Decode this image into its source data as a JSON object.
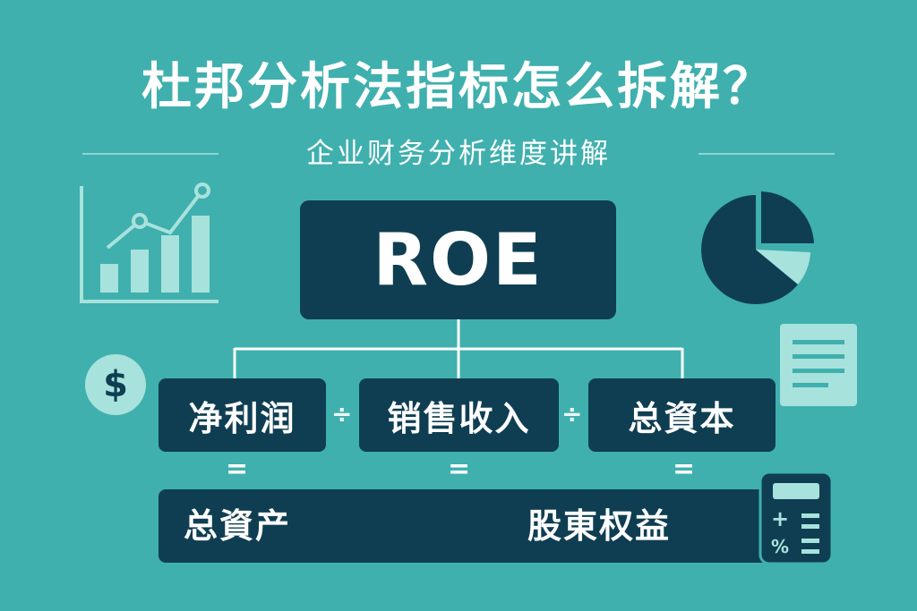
{
  "title": "杜邦分析法指标怎么拆解？",
  "subtitle": "企业财务分析维度讲解",
  "root": {
    "label": "ROE"
  },
  "terms": [
    {
      "label": "净利润"
    },
    {
      "label": "销售收入"
    },
    {
      "label": "总資本"
    }
  ],
  "operators": {
    "divide": "÷",
    "equals": "="
  },
  "bottom": {
    "left_label": "总資产",
    "right_label": "股東权益"
  },
  "icons": [
    "bar-line-chart-icon",
    "pie-chart-icon",
    "dollar-coin-icon",
    "document-icon",
    "calculator-icon"
  ],
  "calculator": {
    "plus": "+",
    "percent": "%"
  },
  "colors": {
    "background": "#3fb0ae",
    "box": "#0f3e52",
    "accent_light": "#a8e2dc",
    "connector": "#ffffff"
  }
}
